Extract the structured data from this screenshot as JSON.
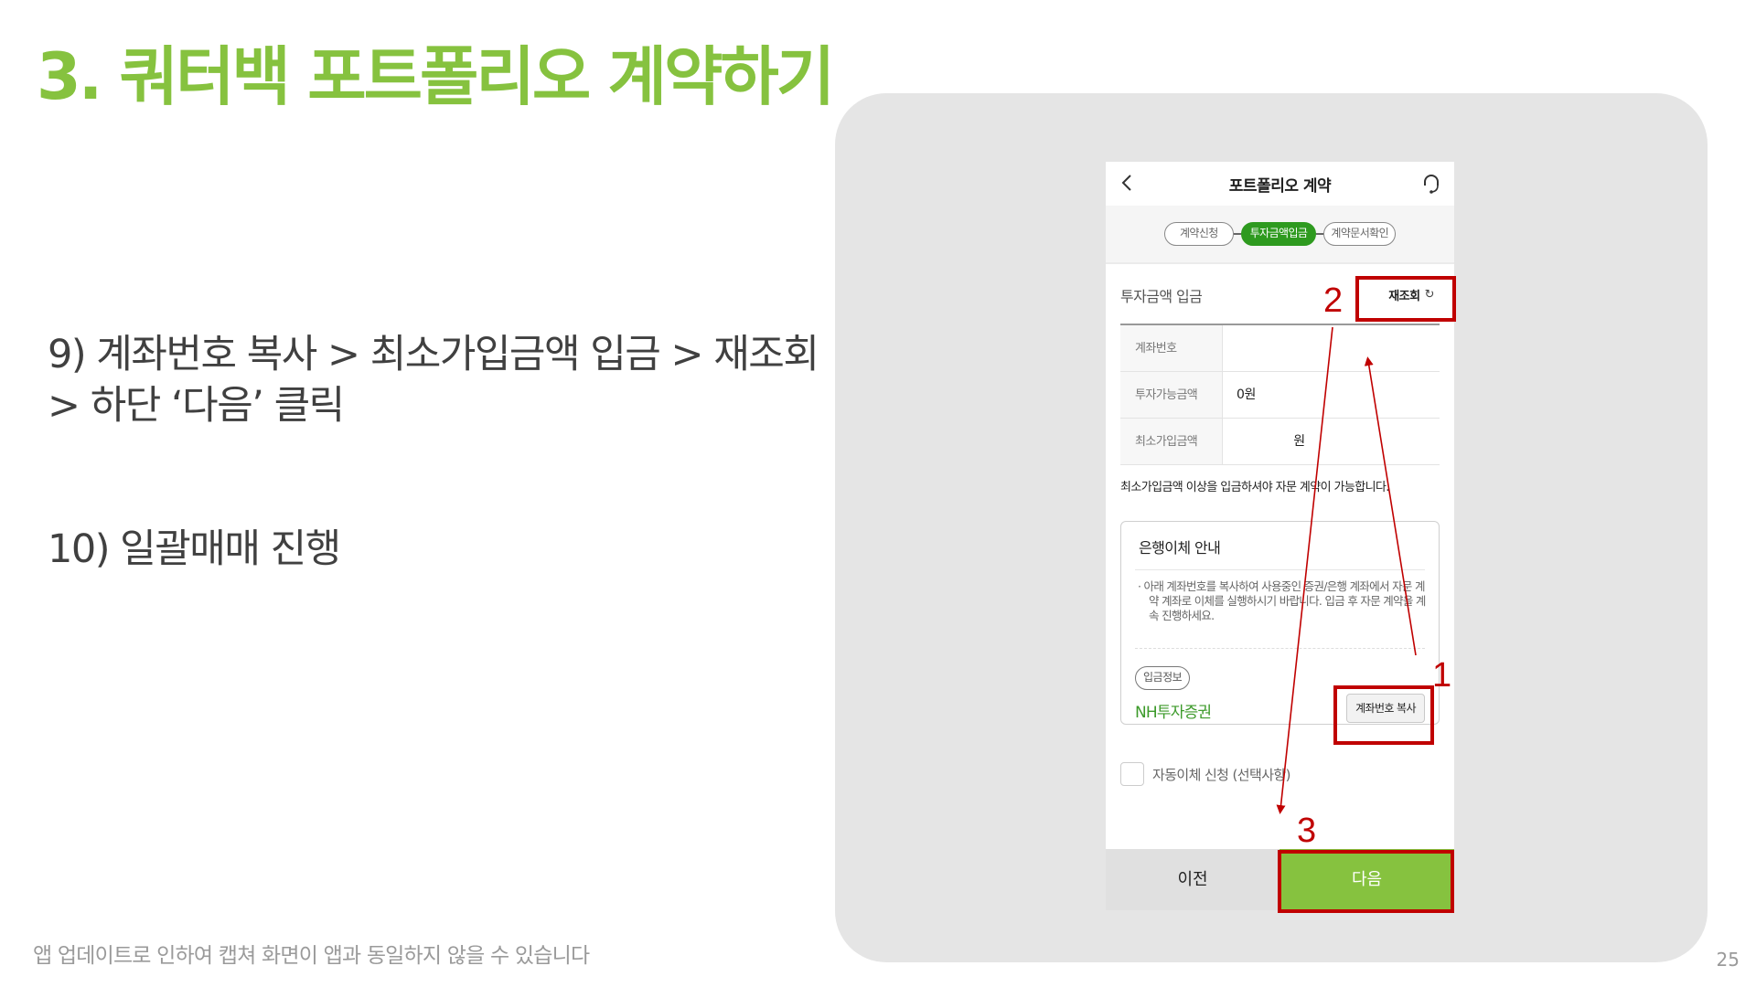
{
  "slide": {
    "title": "3. 쿼터백 포트폴리오 계약하기",
    "steps": [
      {
        "text": "9) 계좌번호 복사 > 최소가입금액 입금 > 재조회 > 하단 ‘다음’ 클릭"
      },
      {
        "text": "10) 일괄매매 진행"
      }
    ],
    "footer_note": "앱 업데이트로 인하여 캡쳐 화면이 앱과 동일하지 않을 수 있습니다",
    "page_number": "25",
    "accent_color": "#86C23F"
  },
  "app": {
    "header": {
      "back_icon": "chevron-left-icon",
      "title": "포트폴리오 계약",
      "support_icon": "headset-icon"
    },
    "stepper": {
      "steps": [
        {
          "label": "계약신청",
          "active": false
        },
        {
          "label": "투자금액입금",
          "active": true
        },
        {
          "label": "계약문서확인",
          "active": false
        }
      ],
      "active_color": "#2E9A1F"
    },
    "section": {
      "title": "투자금액 입금",
      "refresh_label": "재조회",
      "refresh_icon": "refresh-icon"
    },
    "info_table": {
      "rows": [
        {
          "key": "계좌번호",
          "value": ""
        },
        {
          "key": "투자가능금액",
          "value": "0원"
        },
        {
          "key": "최소가입금액",
          "value": "원"
        }
      ]
    },
    "notice": "최소가입금액 이상을 입금하셔야 자문 계약이 가능합니다.",
    "bank_card": {
      "title": "은행이체 안내",
      "description": "· 아래 계좌번호를 복사하여 사용중인 증권/은행 계좌에서 자문 계약 계좌로 이체를 실행하시기 바랍니다. 입금 후 자문 계약을 계속 진행하세요.",
      "badge": "입금정보",
      "bank_name": "NH투자증권",
      "copy_button": "계좌번호 복사"
    },
    "auto_transfer": {
      "label": "자동이체 신청 (선택사항)",
      "checked": false
    },
    "bottom_nav": {
      "prev_label": "이전",
      "next_label": "다음"
    }
  },
  "annotations": {
    "color": "#C00000",
    "markers": [
      {
        "number": "1",
        "target": "계좌번호 복사"
      },
      {
        "number": "2",
        "target": "재조회"
      },
      {
        "number": "3",
        "target": "다음"
      }
    ]
  }
}
